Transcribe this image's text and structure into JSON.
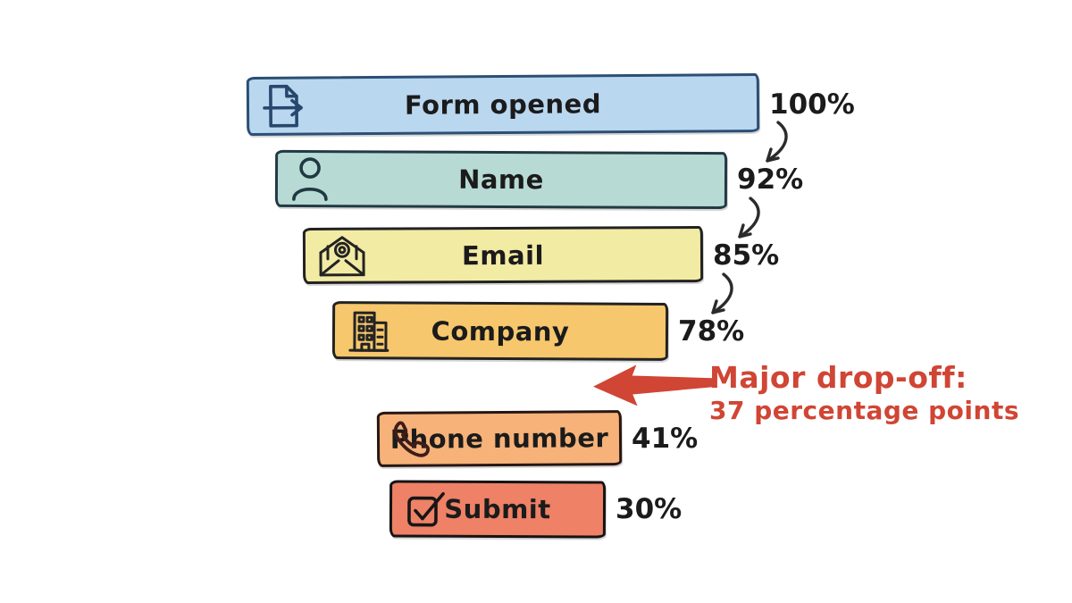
{
  "chart_data": {
    "type": "bar",
    "subtype": "funnel",
    "orientation": "horizontal-funnel",
    "title": "",
    "categories": [
      "Form opened",
      "Name",
      "Email",
      "Company",
      "Phone number",
      "Submit"
    ],
    "values": [
      100,
      92,
      85,
      78,
      41,
      30
    ],
    "unit": "%",
    "value_labels": [
      "100%",
      "92%",
      "85%",
      "78%",
      "41%",
      "30%"
    ],
    "annotations": [
      "Major drop-off: 37 percentage points"
    ],
    "legend": false,
    "grid": false
  },
  "funnel": {
    "steps": [
      {
        "label": "Form opened",
        "pct": "100%",
        "value": 100,
        "icon": "file-export-icon",
        "fill": "#bad7f0",
        "border": "#2b4f74"
      },
      {
        "label": "Name",
        "pct": "92%",
        "value": 92,
        "icon": "user-icon",
        "fill": "#b7dad4",
        "border": "#223a44"
      },
      {
        "label": "Email",
        "pct": "85%",
        "value": 85,
        "icon": "email-at-icon",
        "fill": "#f2eba4",
        "border": "#222222"
      },
      {
        "label": "Company",
        "pct": "78%",
        "value": 78,
        "icon": "building-icon",
        "fill": "#f6c76c",
        "border": "#222222"
      },
      {
        "label": "Phone number",
        "pct": "41%",
        "value": 41,
        "icon": "phone-icon",
        "fill": "#f6b278",
        "border": "#271614"
      },
      {
        "label": "Submit",
        "pct": "30%",
        "value": 30,
        "icon": "checkbox-check-icon",
        "fill": "#ee8166",
        "border": "#141414"
      }
    ],
    "annotation": {
      "line1": "Major drop-off:",
      "line2": "37 percentage points",
      "color": "#d04534"
    }
  }
}
